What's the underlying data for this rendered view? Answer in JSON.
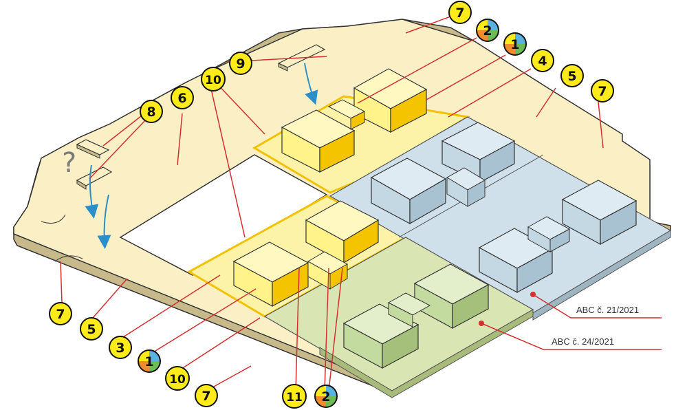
{
  "question_mark": "?",
  "annotations": {
    "abc_21": "ABC č. 21/2021",
    "abc_24": "ABC č. 24/2021"
  },
  "badges": [
    {
      "id": "b7-top",
      "label": "7",
      "style": "yellow"
    },
    {
      "id": "b2-top",
      "label": "2",
      "style": "pie"
    },
    {
      "id": "b1-top",
      "label": "1",
      "style": "pie"
    },
    {
      "id": "b4",
      "label": "4",
      "style": "yellow"
    },
    {
      "id": "b5-right",
      "label": "5",
      "style": "yellow"
    },
    {
      "id": "b7-right",
      "label": "7",
      "style": "yellow"
    },
    {
      "id": "b9",
      "label": "9",
      "style": "yellow"
    },
    {
      "id": "b10-top",
      "label": "10",
      "style": "yellow"
    },
    {
      "id": "b6",
      "label": "6",
      "style": "yellow"
    },
    {
      "id": "b8",
      "label": "8",
      "style": "yellow"
    },
    {
      "id": "b7-left",
      "label": "7",
      "style": "yellow"
    },
    {
      "id": "b5-left",
      "label": "5",
      "style": "yellow"
    },
    {
      "id": "b3",
      "label": "3",
      "style": "yellow"
    },
    {
      "id": "b1-bottom",
      "label": "1",
      "style": "pie"
    },
    {
      "id": "b10-bottom",
      "label": "10",
      "style": "yellow"
    },
    {
      "id": "b7-bottom",
      "label": "7",
      "style": "yellow"
    },
    {
      "id": "b11",
      "label": "11",
      "style": "yellow"
    },
    {
      "id": "b2-bottom",
      "label": "2",
      "style": "pie"
    }
  ],
  "colors": {
    "cream": "#fbefc6",
    "yellow_zone": "#fdf3a8",
    "yellow_box": "#fff38a",
    "blue_zone": "#cfe0ea",
    "blue_box": "#c4d8e4",
    "green_zone": "#d9e6b4",
    "green_box": "#c4dba0",
    "leader_line": "#d32f2f",
    "badge_fill": "#ffeb1a",
    "arrow": "#2a8fc9"
  }
}
